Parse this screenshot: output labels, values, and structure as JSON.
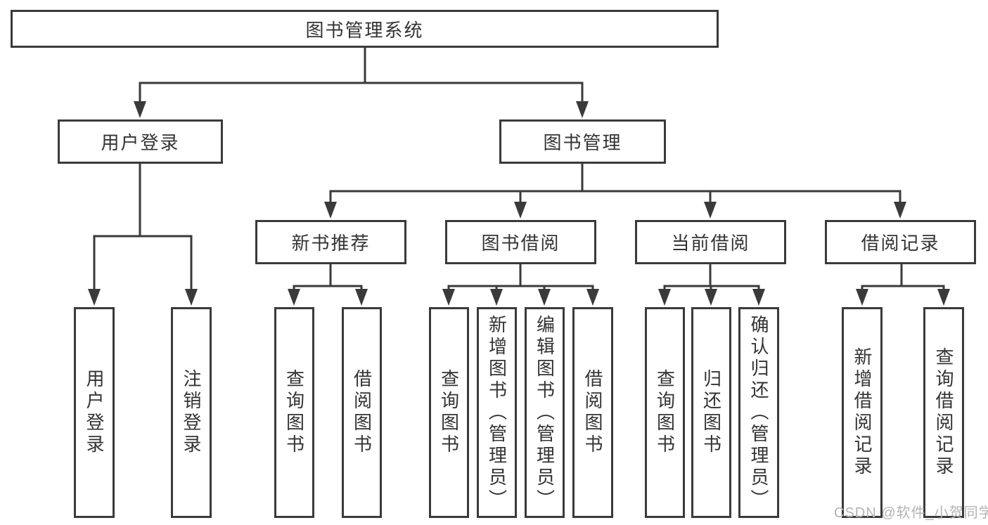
{
  "diagram": {
    "root": {
      "label": "图书管理系统"
    },
    "branches": {
      "user_login": {
        "label": "用户登录",
        "children": [
          "用户登录",
          "注销登录"
        ]
      },
      "book_management": {
        "label": "图书管理"
      }
    },
    "modules": [
      {
        "label": "新书推荐",
        "children": [
          "查询图书",
          "借阅图书"
        ]
      },
      {
        "label": "图书借阅",
        "children": [
          "查询图书",
          "新增图书（管理员）",
          "编辑图书（管理员）",
          "借阅图书"
        ]
      },
      {
        "label": "当前借阅",
        "children": [
          "查询图书",
          "归还图书",
          "确认归还（管理员）"
        ]
      },
      {
        "label": "借阅记录",
        "children": [
          "新增借阅记录",
          "查询借阅记录"
        ]
      }
    ],
    "colors": {
      "line": "#3a3a3a",
      "text": "#333333",
      "watermark_text": "#b4b4b4"
    }
  },
  "watermark": {
    "text": "CSDN @软件_小贺同学"
  }
}
